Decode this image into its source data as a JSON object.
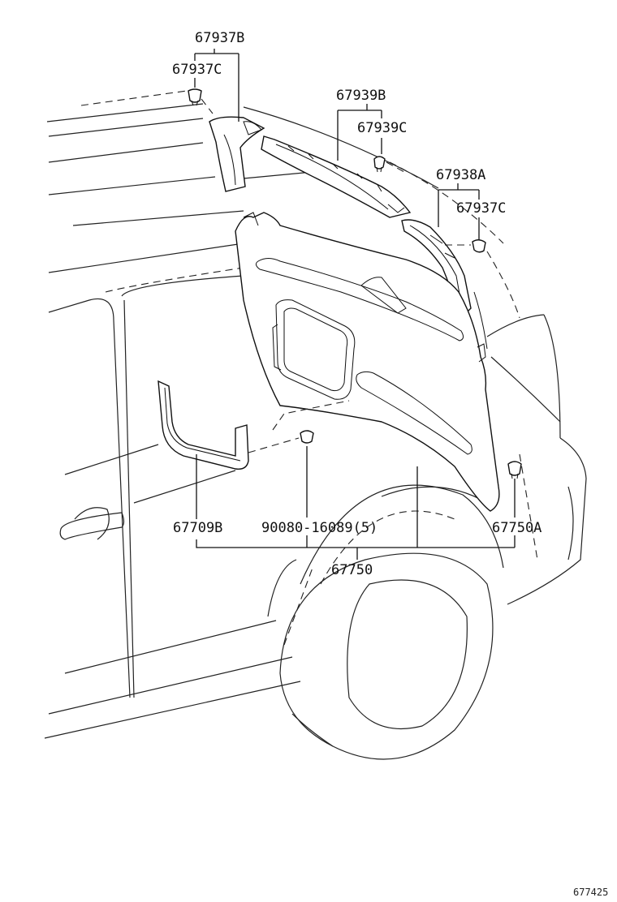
{
  "labels": {
    "p67937B": "67937B",
    "p67937C_top": "67937C",
    "p67939B": "67939B",
    "p67939C": "67939C",
    "p67938A": "67938A",
    "p67937C_right": "67937C",
    "p67709B": "67709B",
    "p90080": "90080-16089(5)",
    "p67750A": "67750A",
    "p67750": "67750"
  },
  "diagram_code": "677425"
}
